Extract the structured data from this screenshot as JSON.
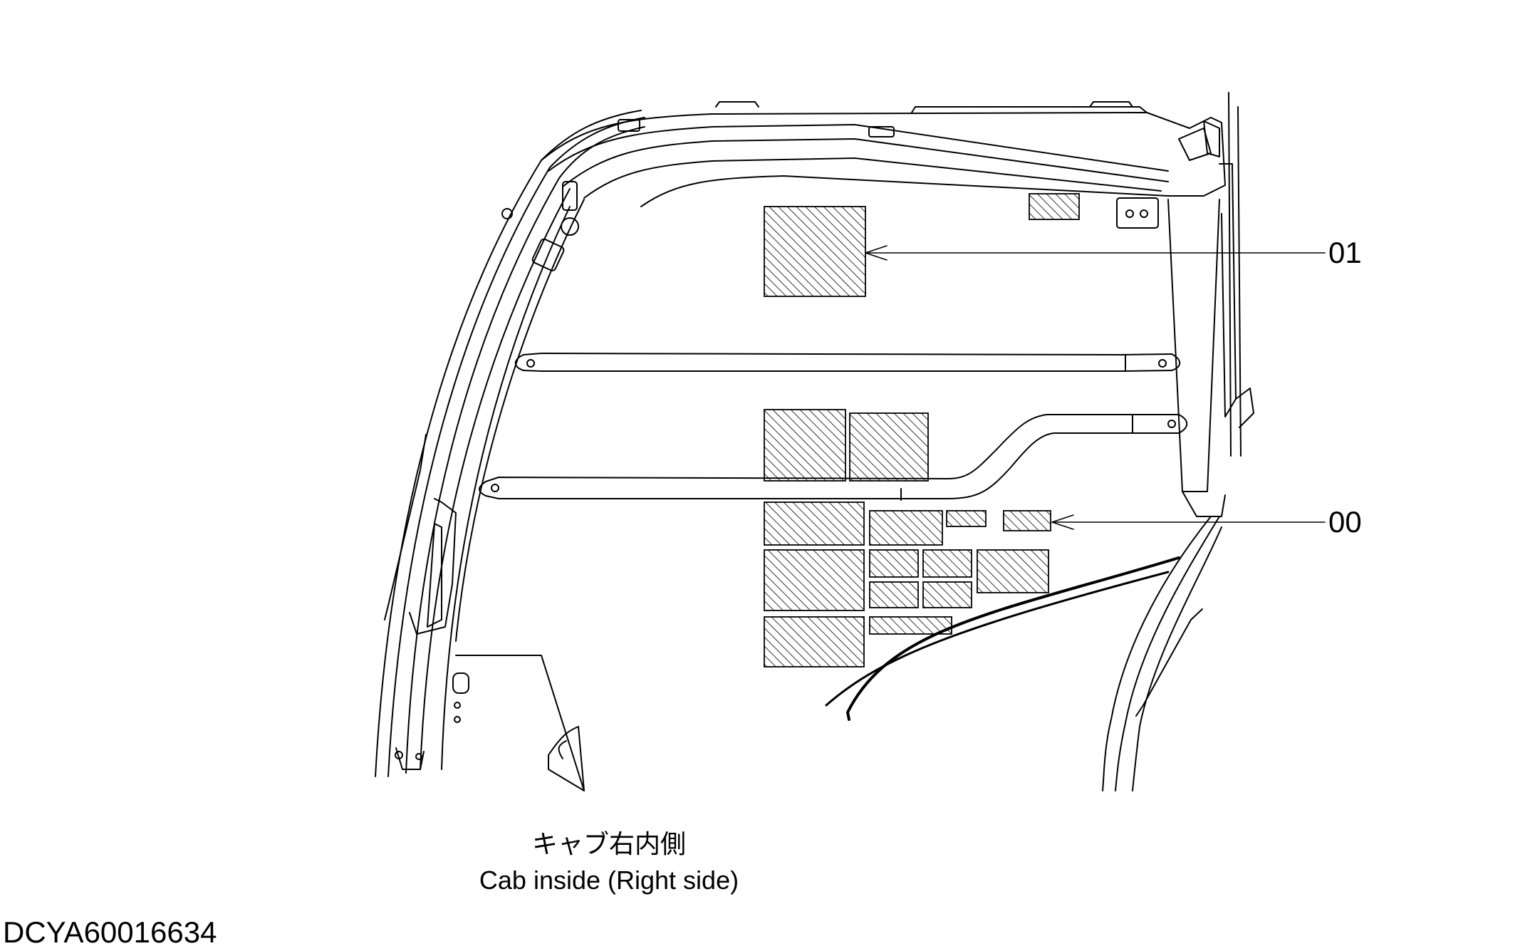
{
  "callouts": [
    {
      "id": "01",
      "label": "01"
    },
    {
      "id": "00",
      "label": "00"
    }
  ],
  "caption": {
    "japanese": "キャブ右内側",
    "english": "Cab inside (Right side)"
  },
  "document_id": "DCYA60016634",
  "colors": {
    "line": "#000000",
    "background": "#ffffff"
  }
}
